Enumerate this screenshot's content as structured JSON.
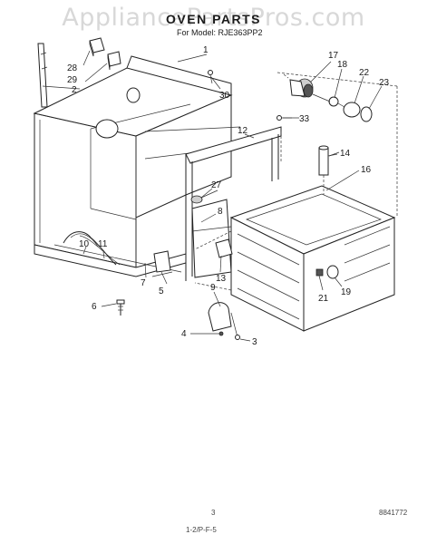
{
  "watermark": "AppliancePartsPros.com",
  "title": "OVEN PARTS",
  "model": "For Model: RJE363PP2",
  "footer": {
    "page_number": "3",
    "doc_code": "8841772",
    "print_code": "1-2/P-F-5"
  },
  "callouts": {
    "c1": "1",
    "c2": "2",
    "c3": "3",
    "c4": "4",
    "c5": "5",
    "c6": "6",
    "c7": "7",
    "c8": "8",
    "c9": "9",
    "c10": "10",
    "c11": "11",
    "c12": "12",
    "c13": "13",
    "c14": "14",
    "c16": "16",
    "c17": "17",
    "c18": "18",
    "c19": "19",
    "c21": "21",
    "c22": "22",
    "c23": "23",
    "c27": "27",
    "c28": "28",
    "c29": "29",
    "c30": "30",
    "c33": "33"
  }
}
